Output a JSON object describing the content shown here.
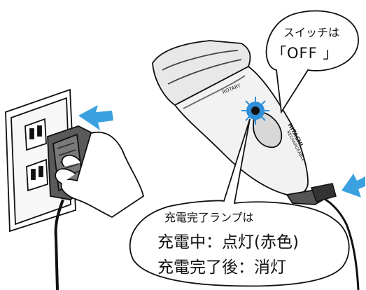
{
  "callouts": {
    "switch": {
      "title": "スイッチは",
      "value": "「OFF 」"
    },
    "lamp": {
      "title": "充電完了ランプは",
      "line1": "充電中：点灯(赤色)",
      "line2": "充電完了後：消灯"
    }
  },
  "device": {
    "brand_top": "ROTARY",
    "brand_side": "HITACHI",
    "brand_sub": "RECHARGEABLE"
  },
  "colors": {
    "arrow": "#3aa0e0",
    "lamp_glow": "#2f8fd8",
    "line": "#111111",
    "background": "#ffffff"
  }
}
